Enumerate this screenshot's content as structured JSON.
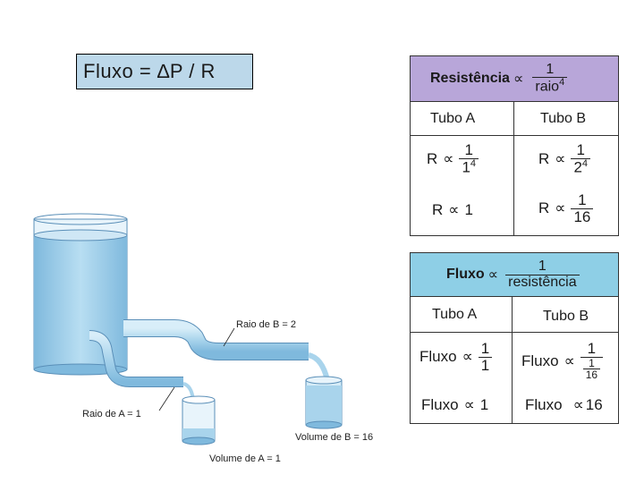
{
  "formula": "Fluxo = ∆P / R",
  "resistance_table": {
    "header": {
      "label": "Resistência",
      "prop": "∝",
      "num": "1",
      "den": "raio",
      "den_exp": "4"
    },
    "col_a": "Tubo A",
    "col_b": "Tubo B",
    "r1_a": {
      "lhs": "R",
      "prop": "∝",
      "num": "1",
      "den": "1",
      "den_exp": "4"
    },
    "r1_b": {
      "lhs": "R",
      "prop": "∝",
      "num": "1",
      "den": "2",
      "den_exp": "4"
    },
    "r2_a": {
      "lhs": "R",
      "prop": "∝",
      "val": "1"
    },
    "r2_b": {
      "lhs": "R",
      "prop": "∝",
      "num": "1",
      "den": "16"
    }
  },
  "flow_table": {
    "header": {
      "label": "Fluxo",
      "prop": "∝",
      "num": "1",
      "den": "resistência"
    },
    "col_a": "Tubo A",
    "col_b": "Tubo B",
    "r1_a": {
      "lhs": "Fluxo",
      "prop": "∝",
      "num": "1",
      "den": "1"
    },
    "r1_b": {
      "lhs": "Fluxo",
      "prop": "∝",
      "num": "1",
      "den_num": "1",
      "den_den": "16"
    },
    "r2_a": {
      "lhs": "Fluxo",
      "prop": "∝",
      "val": "1"
    },
    "r2_b": {
      "lhs": "Fluxo",
      "prop": "∝",
      "val": "16"
    }
  },
  "illustration": {
    "label_radius_b": "Raio de B = 2",
    "label_radius_a": "Raio de A = 1",
    "label_volume_b": "Volume de B = 16",
    "label_volume_a": "Volume de A = 1"
  },
  "colors": {
    "formula_bg": "#bcd8ea",
    "resistance_header": "#b8a6d9",
    "flow_header": "#8ecfe6",
    "water": "#a9d4ec",
    "water_dark": "#7fb9dd",
    "glass": "#d6ecf7"
  }
}
